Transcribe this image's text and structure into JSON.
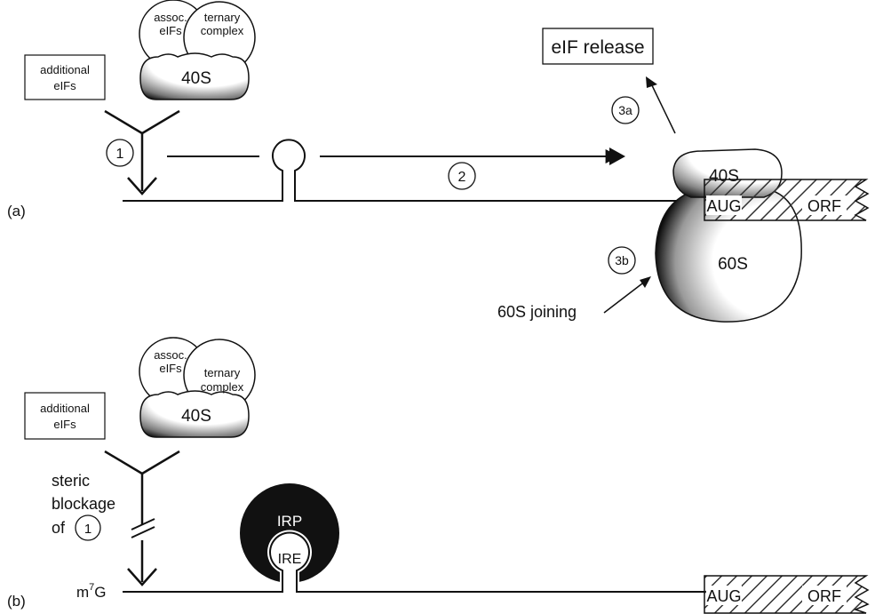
{
  "panel_a": {
    "label": "(a)",
    "small_subunit": {
      "assoc_line1": "assoc.",
      "assoc_line2": "eIFs",
      "ternary_line1": "ternary",
      "ternary_line2": "complex",
      "subunit": "40S"
    },
    "additional_line1": "additional",
    "additional_line2": "eIFs",
    "step1": "1",
    "step2": "2",
    "step3a": "3a",
    "step3b": "3b",
    "eif_release": "eIF release",
    "subunit_40s": "40S",
    "subunit_60s": "60S",
    "aug": "AUG",
    "orf": "ORF",
    "joining": "60S joining"
  },
  "panel_b": {
    "label": "(b)",
    "small_subunit": {
      "assoc_line1": "assoc.",
      "assoc_line2": "eIFs",
      "ternary_line1": "ternary",
      "ternary_line2": "complex",
      "subunit": "40S"
    },
    "additional_line1": "additional",
    "additional_line2": "eIFs",
    "steric_line1": "steric",
    "steric_line2": "blockage",
    "steric_line3": "of",
    "step1": "1",
    "cap_base": "m",
    "cap_sup": "7",
    "cap_tail": "G",
    "irp": "IRP",
    "ire": "IRE",
    "aug": "AUG",
    "orf": "ORF"
  },
  "colors": {
    "ink": "#111111",
    "hatch": "#333333"
  }
}
